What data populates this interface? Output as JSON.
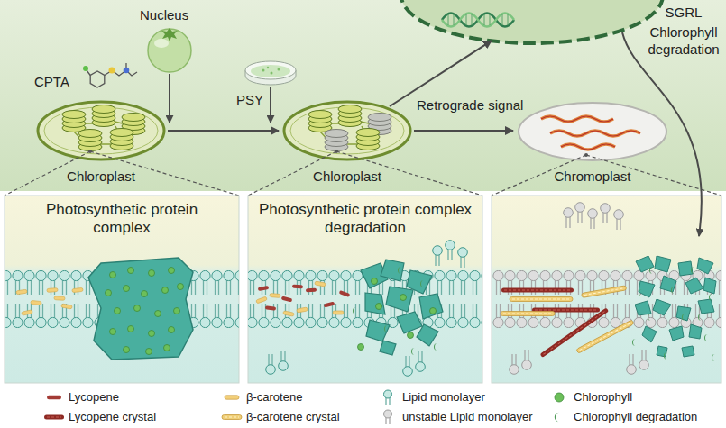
{
  "diagram": {
    "nodes": [
      {
        "text": [
          "Nucleus"
        ]
      },
      {
        "text": [
          "Chloroplast"
        ]
      },
      {
        "text": [
          "Chloroplast"
        ]
      },
      {
        "text": [
          "Chromoplast"
        ]
      },
      {
        "text": [
          "Photosynthetic protein complex"
        ]
      },
      {
        "text": [
          "Photosynthetic protein complex degradation"
        ]
      }
    ],
    "edges": [
      {
        "from": 1,
        "to": 2,
        "arrow": "to"
      },
      {
        "from": 2,
        "to": 0,
        "arrow": "to",
        "label": "Retrograde signal"
      },
      {
        "from": 2,
        "to": 3,
        "arrow": "to"
      }
    ],
    "labels": [
      "SGRL",
      "Chlorophyll degradation",
      "CPTA",
      "PSY"
    ],
    "legend": [
      {
        "text": "Lycopene",
        "color": "#a33b35"
      },
      {
        "text": "β-carotene",
        "color": "#f2cf79"
      },
      {
        "text": "Lipid monolayer"
      },
      {
        "text": "Chlorophyll",
        "color": "#6cbf5a"
      },
      {
        "text": "Lycopene crystal"
      },
      {
        "text": "β-carotene crystal"
      },
      {
        "text": "unstable Lipid monolayer"
      },
      {
        "text": "Chlorophyll degradation"
      }
    ]
  }
}
